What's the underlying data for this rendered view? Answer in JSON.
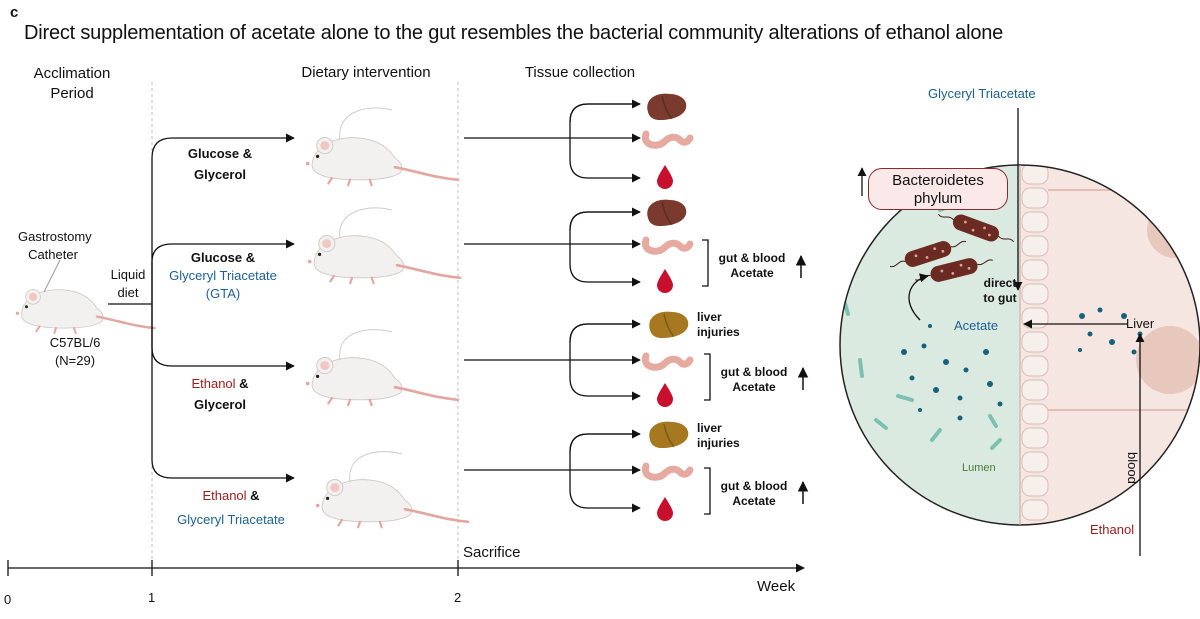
{
  "panel_label": "c",
  "title": "Direct supplementation of acetate alone to the gut resembles the bacterial community alterations of ethanol alone",
  "headers": {
    "acclimation": [
      "Acclimation",
      "Period"
    ],
    "dietary": "Dietary intervention",
    "tissue": "Tissue collection"
  },
  "left": {
    "catheter": [
      "Gastrostomy",
      "Catheter"
    ],
    "liquid_diet": [
      "Liquid",
      "diet"
    ],
    "strain": [
      "C57BL/6",
      "(N=29)"
    ]
  },
  "groups": [
    {
      "line1a": "Glucose &",
      "line1b": "",
      "line2": "Glycerol",
      "line3": ""
    },
    {
      "line1a": "Glucose &",
      "line1b": "",
      "line2": "Glyceryl Triacetate",
      "line3": "(GTA)"
    },
    {
      "line1a": "Ethanol",
      "line1b": " &",
      "line2": "Glycerol",
      "line3": ""
    },
    {
      "line1a": "Ethanol",
      "line1b": " &",
      "line2": "Glyceryl Triacetate",
      "line3": ""
    }
  ],
  "outcomes": {
    "gut_blood_acetate": [
      "gut & blood",
      "Acetate"
    ],
    "liver_injuries": [
      "liver",
      "injuries"
    ]
  },
  "timeline": {
    "ticks": [
      "0",
      "1",
      "2"
    ],
    "unit": "Week",
    "sacrifice": "Sacrifice"
  },
  "inset": {
    "glyceryl_triacetate": "Glyceryl Triacetate",
    "bacteroidetes": [
      "Bacteroidetes",
      "phylum"
    ],
    "direct_to_gut": [
      "direct",
      "to gut"
    ],
    "acetate": "Acetate",
    "liver": "Liver",
    "lumen": "Lumen",
    "blood": "blood",
    "ethanol": "Ethanol"
  },
  "colors": {
    "blue_text": "#1d5f95",
    "red_text": "#9e1b1b",
    "liver_healthy": "#7b3a2e",
    "liver_injured": "#a6781f",
    "gut": "#e7aaa0",
    "blood": "#c8102e",
    "bacteria": "#6b2a22",
    "lumen_bg": "#dbeae0",
    "villi": "#f2ddd6"
  },
  "icons": [
    "mouse-icon",
    "liver-icon",
    "gut-icon",
    "blood-drop-icon",
    "bacteria-icon",
    "up-arrow-icon"
  ]
}
